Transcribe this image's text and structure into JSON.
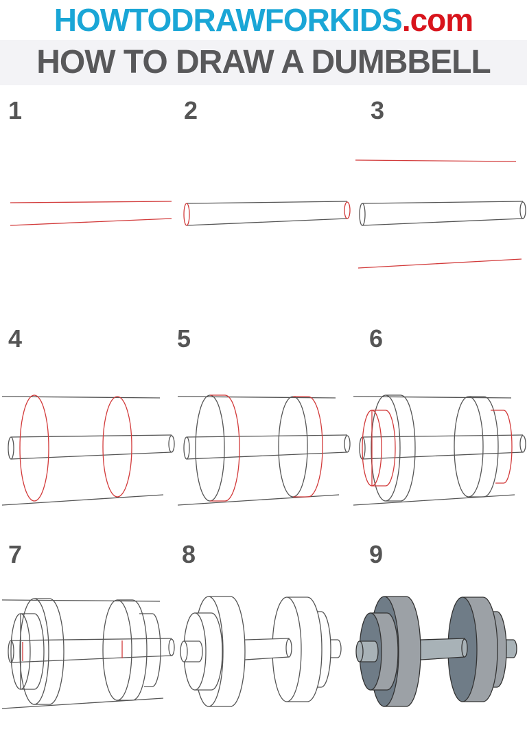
{
  "site": {
    "name": "HOWTODRAWFORKIDS",
    "tld": ".com"
  },
  "title": "HOW TO DRAW A DUMBBELL",
  "steps": [
    {
      "label": "1"
    },
    {
      "label": "2"
    },
    {
      "label": "3"
    },
    {
      "label": "4"
    },
    {
      "label": "5"
    },
    {
      "label": "6"
    },
    {
      "label": "7"
    },
    {
      "label": "8"
    },
    {
      "label": "9"
    }
  ],
  "colors": {
    "brand_blue": "#1aa6d6",
    "brand_red": "#d8141c",
    "title_gray": "#58585a",
    "guide_red": "#d23a3a",
    "line_gray": "#555555",
    "plate_face": "#6f7c87",
    "plate_side": "#9ca1a6",
    "bar": "#a8b2b7"
  }
}
